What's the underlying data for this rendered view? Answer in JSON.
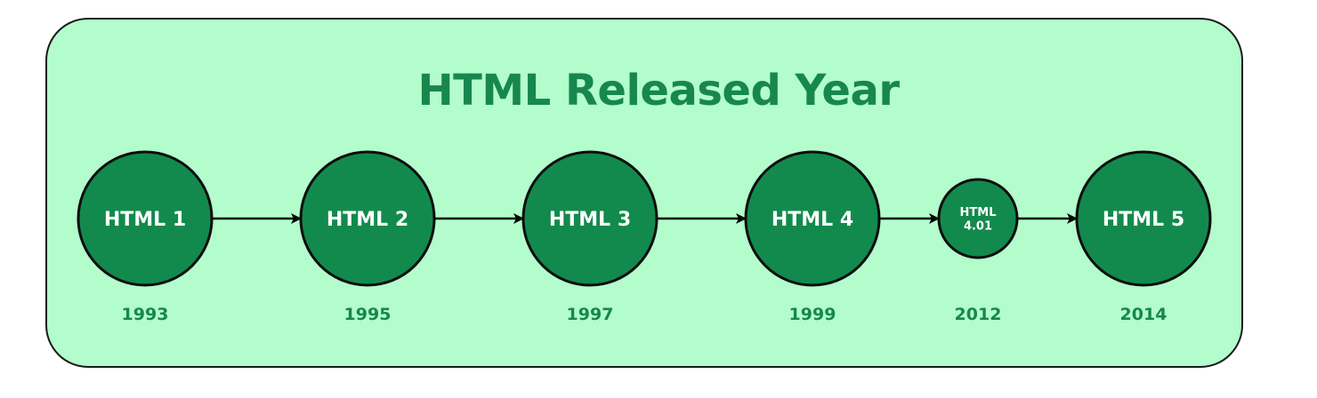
{
  "title": "HTML Released Year",
  "colors": {
    "background": "#b3fccb",
    "node_fill": "#128a4d",
    "node_stroke": "#0d0d0d",
    "title": "#17874e",
    "year": "#17874e",
    "node_text": "#ffffff",
    "arrow": "#000000"
  },
  "versions": [
    {
      "name": "HTML 1",
      "lines": [
        "HTML 1"
      ],
      "year": "1993"
    },
    {
      "name": "HTML 2",
      "lines": [
        "HTML 2"
      ],
      "year": "1995"
    },
    {
      "name": "HTML 3",
      "lines": [
        "HTML 3"
      ],
      "year": "1997"
    },
    {
      "name": "HTML 4",
      "lines": [
        "HTML 4"
      ],
      "year": "1999"
    },
    {
      "name": "HTML 4.01",
      "lines": [
        "HTML",
        "4.01"
      ],
      "year": "2012"
    },
    {
      "name": "HTML 5",
      "lines": [
        "HTML 5"
      ],
      "year": "2014"
    }
  ]
}
